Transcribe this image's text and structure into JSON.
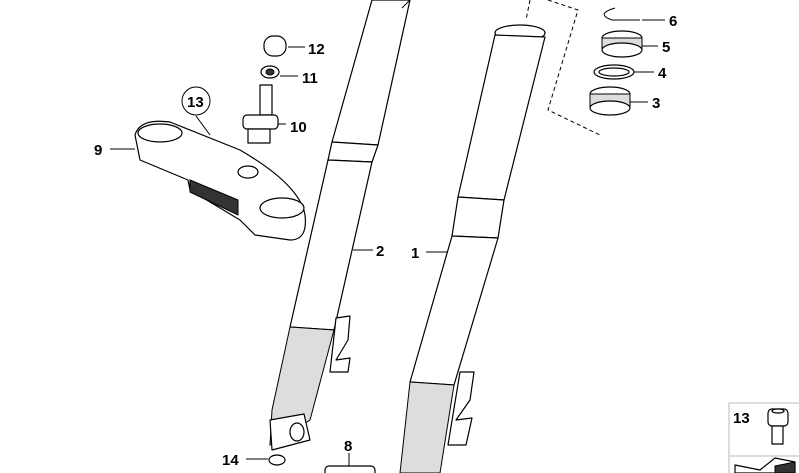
{
  "diagram": {
    "callouts": [
      {
        "id": "label-12",
        "text": "12"
      },
      {
        "id": "label-11",
        "text": "11"
      },
      {
        "id": "label-10",
        "text": "10"
      },
      {
        "id": "label-9",
        "text": "9"
      },
      {
        "id": "label-13-circled",
        "text": "13"
      },
      {
        "id": "label-2",
        "text": "2"
      },
      {
        "id": "label-1",
        "text": "1"
      },
      {
        "id": "label-6",
        "text": "6"
      },
      {
        "id": "label-5",
        "text": "5"
      },
      {
        "id": "label-4",
        "text": "4"
      },
      {
        "id": "label-3",
        "text": "3"
      },
      {
        "id": "label-14",
        "text": "14"
      },
      {
        "id": "label-8",
        "text": "8"
      }
    ],
    "legend_box": {
      "number": "13",
      "icon": "hex-socket-bolt-icon"
    }
  }
}
